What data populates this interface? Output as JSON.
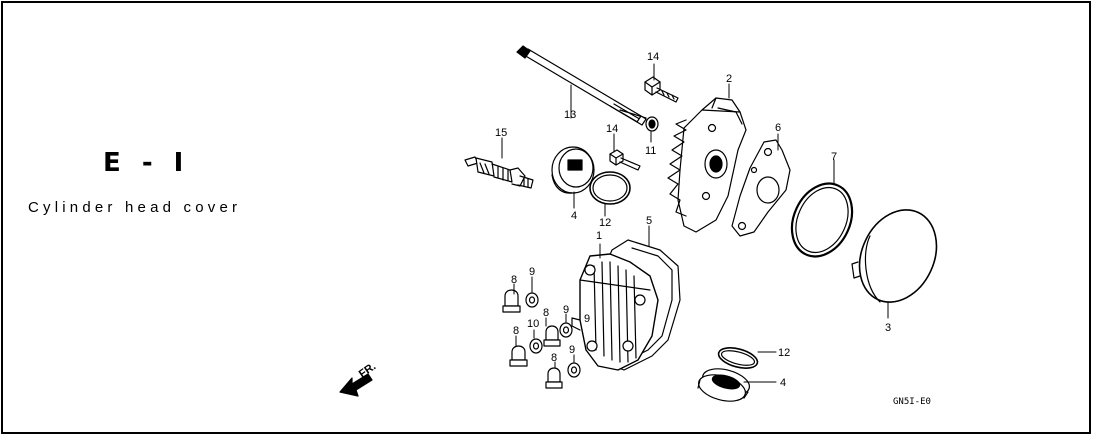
{
  "header": {
    "section_code": "E - I",
    "section_title": "Cylinder head cover"
  },
  "diagram": {
    "code": "GN5I-E0",
    "front_arrow_label": "FR.",
    "callouts": [
      "1",
      "2",
      "3",
      "4",
      "4",
      "5",
      "6",
      "7",
      "8",
      "8",
      "8",
      "8",
      "9",
      "9",
      "9",
      "9",
      "10",
      "11",
      "12",
      "12",
      "13",
      "14",
      "14",
      "15"
    ]
  }
}
